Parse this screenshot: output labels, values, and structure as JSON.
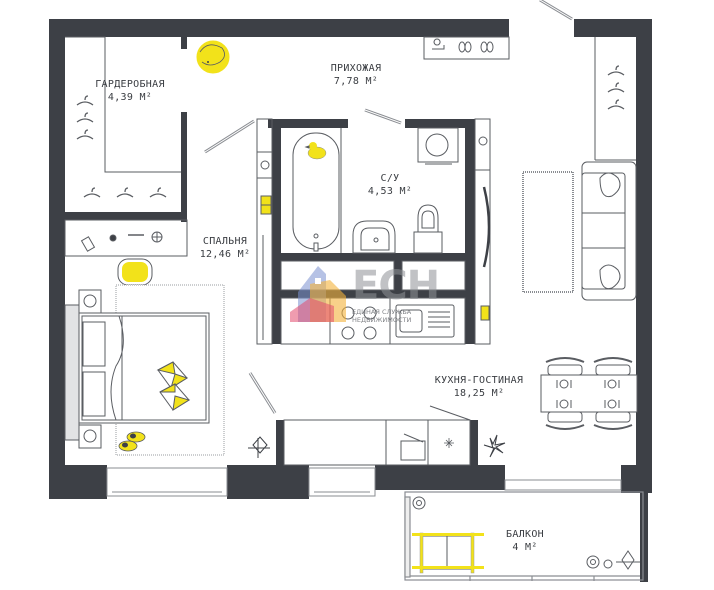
{
  "rooms": [
    {
      "id": "wardrobe",
      "name": "ГАРДЕРОБНАЯ",
      "area": "4,39 М²"
    },
    {
      "id": "hallway",
      "name": "ПРИХОЖАЯ",
      "area": "7,78 М²"
    },
    {
      "id": "bathroom",
      "name": "С/У",
      "area": "4,53 М²"
    },
    {
      "id": "bedroom",
      "name": "СПАЛЬНЯ",
      "area": "12,46 М²"
    },
    {
      "id": "kitchen-living",
      "name": "КУХНЯ-ГОСТИНАЯ",
      "area": "18,25 М²"
    },
    {
      "id": "balcony",
      "name": "БАЛКОН",
      "area": "4 М²"
    }
  ],
  "logo": {
    "letters": "ЕСН",
    "line1": "ЕДИНАЯ СЛУЖБА",
    "line2": "НЕДВИЖИМОСТИ"
  },
  "colors": {
    "wall": "#3d4046",
    "accent_yellow": "#f2e21a",
    "line": "#5a5d62",
    "background": "#ffffff"
  },
  "icons": [
    "dog-bed-icon",
    "shoes-icon",
    "hanger-icon",
    "rubber-duck-icon",
    "bathtub-icon",
    "sink-icon",
    "toilet-icon",
    "washing-machine-icon",
    "bed-icon",
    "pillow-icon",
    "slippers-icon",
    "rug-icon",
    "sofa-icon",
    "dining-table-icon",
    "chair-icon",
    "plant-icon",
    "stove-icon",
    "kitchen-sink-icon",
    "balcony-bench-icon",
    "window-icon",
    "door-icon"
  ]
}
